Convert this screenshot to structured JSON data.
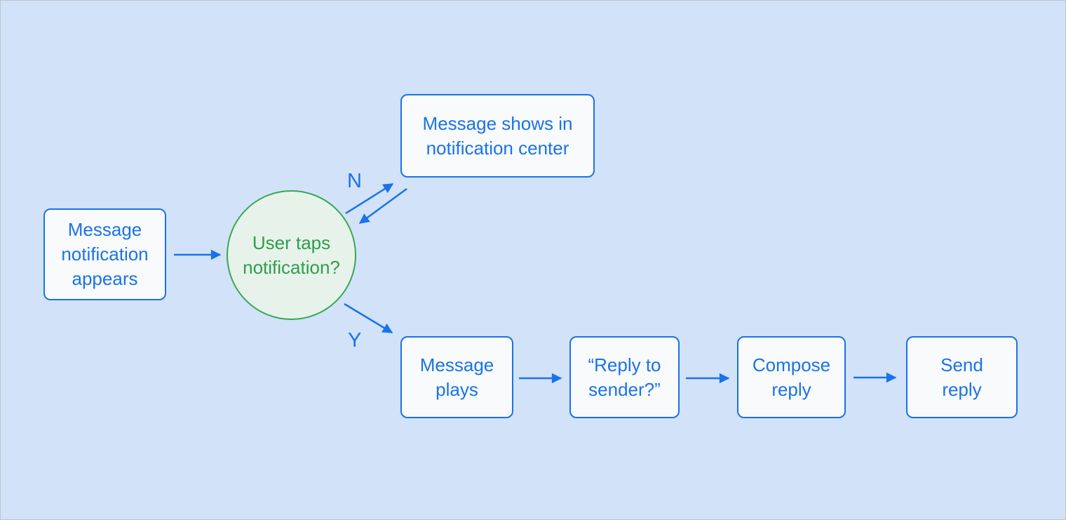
{
  "palette": {
    "background": "#d2e2f9",
    "canvas_border": "#c0c5cb",
    "process_border": "#1a73e8",
    "process_fill": "#f8fafc",
    "process_text": "#1a73e8",
    "decision_border": "#34a853",
    "decision_fill": "#e7f3ea",
    "decision_text": "#2e9d4b",
    "arrow": "#1a73e8",
    "edge_label": "#1a73e8"
  },
  "diagram": {
    "type": "flowchart",
    "nodes": {
      "start": {
        "shape": "rectangle",
        "label": "Message\nnotification\nappears"
      },
      "decision": {
        "shape": "circle",
        "label": "User taps\nnotification?"
      },
      "notification_center": {
        "shape": "rectangle",
        "label": "Message shows in\nnotification center"
      },
      "message_plays": {
        "shape": "rectangle",
        "label": "Message\nplays"
      },
      "reply_to_sender": {
        "shape": "rectangle",
        "label": "“Reply to\nsender?”"
      },
      "compose_reply": {
        "shape": "rectangle",
        "label": "Compose\nreply"
      },
      "send_reply": {
        "shape": "rectangle",
        "label": "Send\nreply"
      }
    },
    "edge_labels": {
      "no": "N",
      "yes": "Y"
    },
    "edges": [
      {
        "from": "start",
        "to": "decision",
        "label": ""
      },
      {
        "from": "decision",
        "to": "notification_center",
        "label": "N"
      },
      {
        "from": "notification_center",
        "to": "decision",
        "label": ""
      },
      {
        "from": "decision",
        "to": "message_plays",
        "label": "Y"
      },
      {
        "from": "message_plays",
        "to": "reply_to_sender",
        "label": ""
      },
      {
        "from": "reply_to_sender",
        "to": "compose_reply",
        "label": ""
      },
      {
        "from": "compose_reply",
        "to": "send_reply",
        "label": ""
      }
    ]
  }
}
